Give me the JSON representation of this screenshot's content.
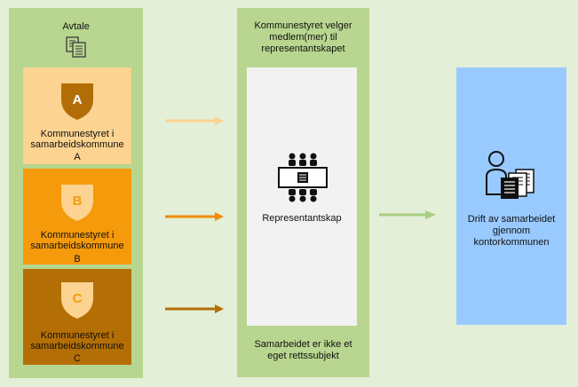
{
  "left_panel": {
    "title": "Avtale",
    "boxes": [
      {
        "letter": "A",
        "line1": "Kommunestyret i",
        "line2": "samarbeidskommune",
        "line3": "A",
        "bg": "#fcd390",
        "shield": "#b36d06",
        "letter_color": "#ffffff",
        "arrow": "#fcd390"
      },
      {
        "letter": "B",
        "line1": "Kommunestyret i",
        "line2": "samarbeidskommune",
        "line3": "B",
        "bg": "#f59a0a",
        "shield": "#fcd390",
        "letter_color": "#f59a0a",
        "arrow": "#ef8d05"
      },
      {
        "letter": "C",
        "line1": "Kommunestyret i",
        "line2": "samarbeidskommune",
        "line3": "C",
        "bg": "#b46e06",
        "shield": "#fcd390",
        "letter_color": "#f59a0a",
        "arrow": "#b46e06"
      }
    ]
  },
  "middle_panel": {
    "top_line1": "Kommunestyret velger",
    "top_line2": "medlem(mer) til",
    "top_line3": "representantskapet",
    "inner_label": "Representantskap",
    "bottom_line1": "Samarbeidet er ikke et",
    "bottom_line2": "eget rettssubjekt"
  },
  "right_box": {
    "line1": "Drift av samarbeidet",
    "line2": "gjennom",
    "line3": "kontorkommunen"
  },
  "colors": {
    "background": "#e3efd7",
    "panel": "#b8d68f",
    "inner_white": "#f2f2f2",
    "right_blue": "#99caff",
    "arrow_green": "#a8cf80"
  }
}
